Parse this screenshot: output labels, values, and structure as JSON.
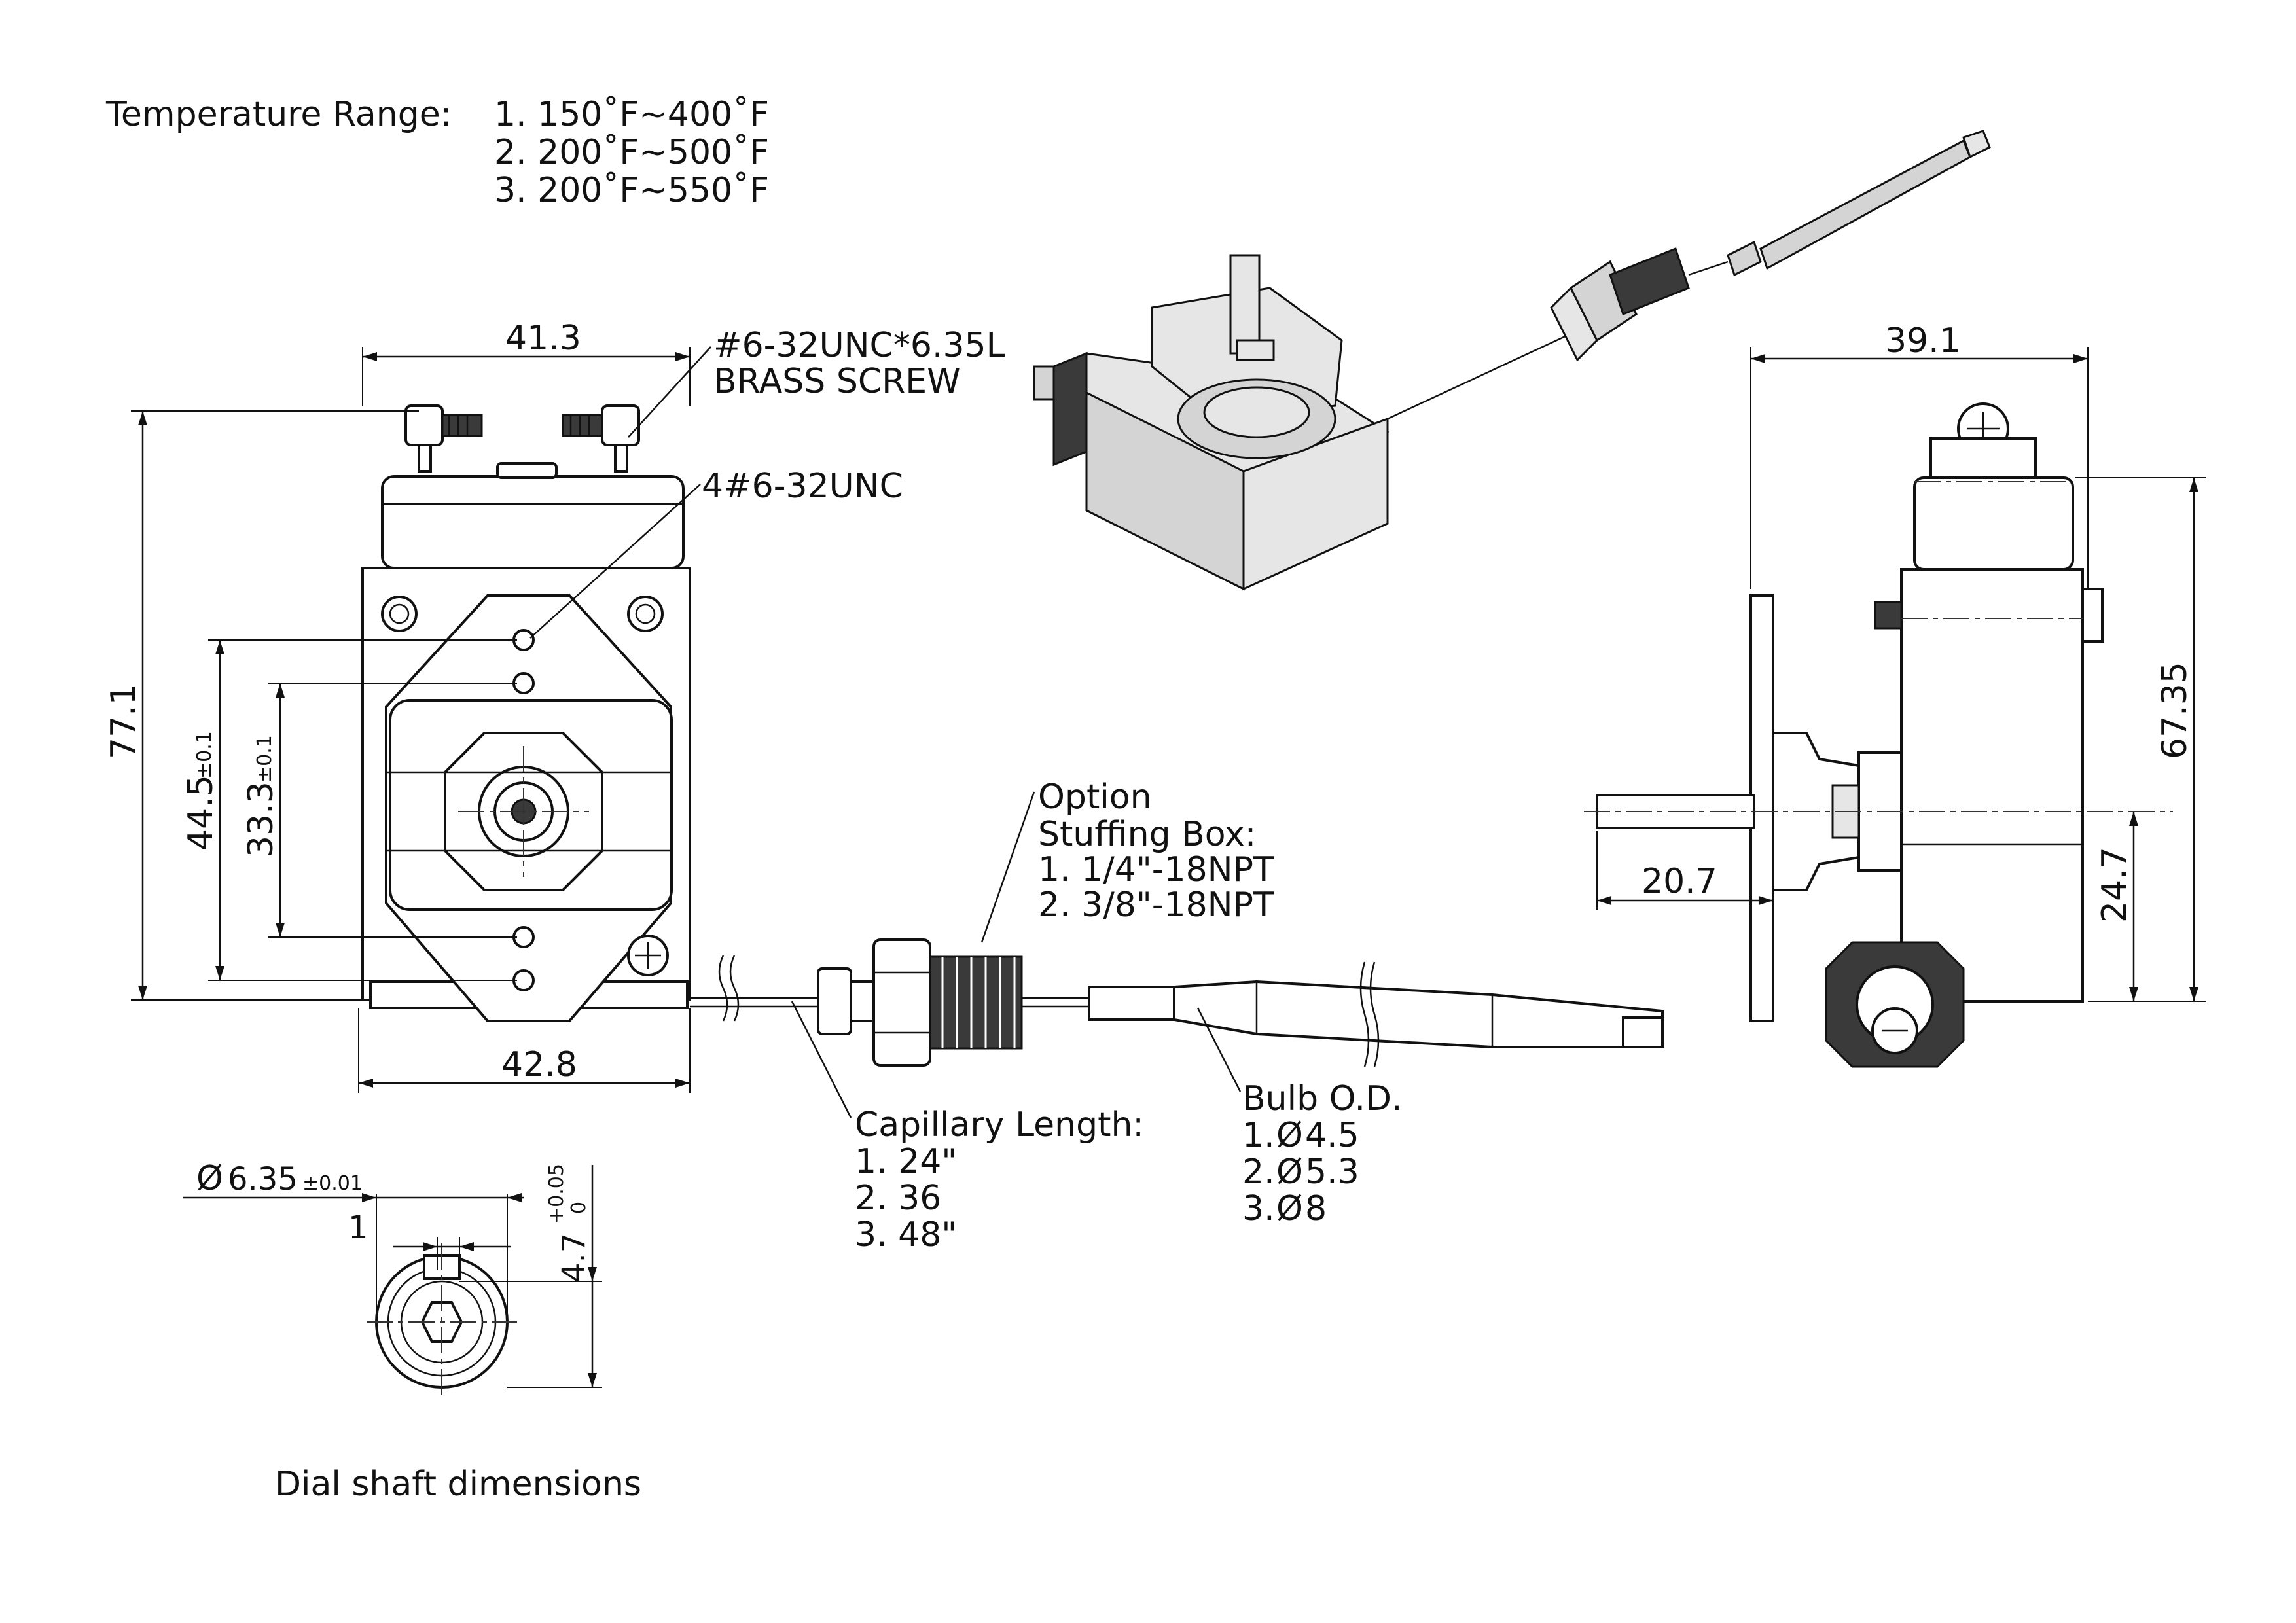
{
  "temperature_range": {
    "label": "Temperature Range:",
    "options": [
      "1. 150˚F~400˚F",
      "2. 200˚F~500˚F",
      "3. 200˚F~550˚F"
    ]
  },
  "front_view": {
    "top_width": "41.3",
    "bottom_width": "42.8",
    "total_height": "77.1",
    "hole_spacing_outer": "44.5",
    "hole_spacing_outer_tol": "±0.1",
    "hole_spacing_inner": "33.3",
    "hole_spacing_inner_tol": "±0.1",
    "screw_note_line1": "#6-32UNC*6.35L",
    "screw_note_line2": "BRASS SCREW",
    "mount_note": "4#6-32UNC"
  },
  "side_view": {
    "width": "39.1",
    "height": "67.35",
    "shaft_length": "20.7",
    "shaft_height": "24.7"
  },
  "stuffing_box": {
    "lines": [
      "Option",
      "Stuffing Box:",
      "1. 1/4\"-18NPT",
      "2. 3/8\"-18NPT"
    ]
  },
  "capillary": {
    "lines": [
      "Capillary Length:",
      "1. 24\"",
      "2. 36",
      "3. 48\""
    ]
  },
  "bulb": {
    "title": "Bulb O.D.",
    "options": [
      "1.",
      "2.",
      "3."
    ],
    "values": [
      "4.5",
      "5.3",
      "8"
    ],
    "diameter_symbol": "Ø"
  },
  "shaft": {
    "diameter_symbol": "Ø",
    "diameter": "6.35",
    "diameter_tol": "±0.01",
    "flat_width": "1",
    "flat_depth": "4.7",
    "flat_tol_upper": "+0.05",
    "flat_tol_lower": "0",
    "caption": "Dial shaft dimensions"
  }
}
